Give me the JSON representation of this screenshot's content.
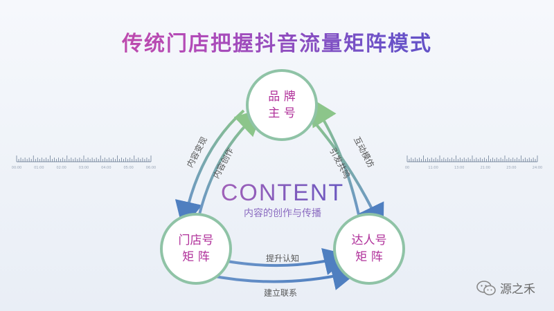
{
  "title": "传统门店把握抖音流量矩阵模式",
  "center": {
    "heading": "CONTENT",
    "subheading": "内容的创作与传播"
  },
  "nodes": {
    "top": {
      "line1": "品 牌",
      "line2": "主 号"
    },
    "left": {
      "line1": "门店号",
      "line2": "矩 阵"
    },
    "right": {
      "line1": "达人号",
      "line2": "矩 阵"
    }
  },
  "edges": {
    "top_left_outer": "内容变现",
    "top_left_inner": "内容创作",
    "top_right_inner": "引发共鸣",
    "top_right_outer": "互动模仿",
    "bottom_inner": "提升认知",
    "bottom_outer": "建立联系"
  },
  "timeline_left": [
    "00:00",
    "01:00",
    "02:00",
    "03:00",
    "04:00",
    "05:00",
    "06:00"
  ],
  "timeline_right": [
    "00",
    "11:00",
    "13:00",
    "21:00",
    "23:00",
    "24:00"
  ],
  "watermark": {
    "text": "源之禾",
    "icon": "wechat-icon"
  },
  "colors": {
    "circle_stroke": "#8fc3a6",
    "arrow_green": "#8cc58a",
    "arrow_blue": "#6a93c8",
    "node_text": "#b0309a",
    "label_text": "#555555",
    "center_heading": "#8a5ab8",
    "center_sub": "#8a6ac0"
  }
}
